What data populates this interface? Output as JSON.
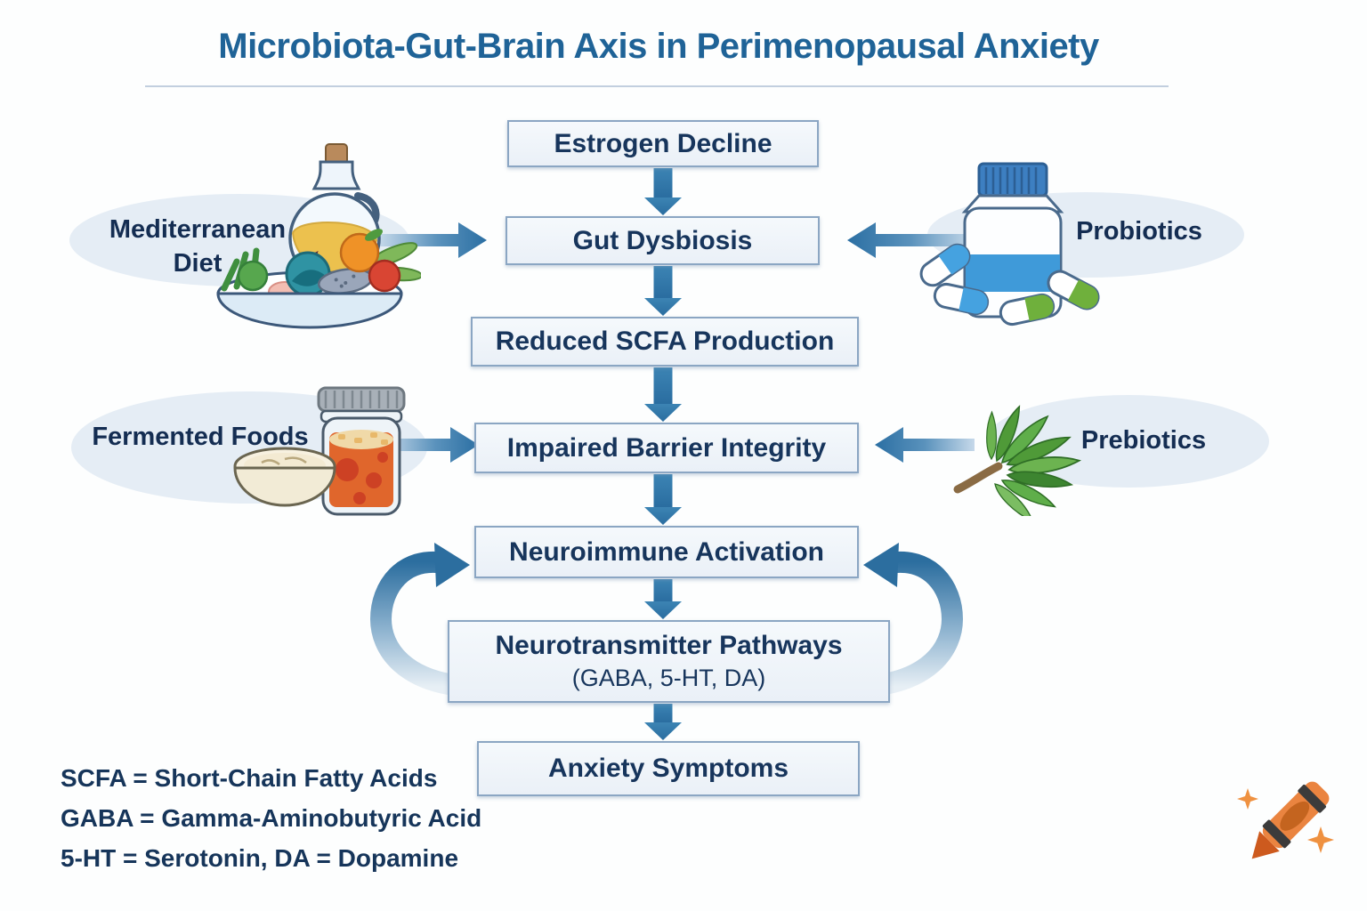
{
  "title": "Microbiota-Gut-Brain Axis in Perimenopausal Anxiety",
  "flow": [
    {
      "label": "Estrogen Decline"
    },
    {
      "label": "Gut Dysbiosis"
    },
    {
      "label": "Reduced SCFA Production"
    },
    {
      "label": "Impaired Barrier Integrity"
    },
    {
      "label": "Neuroimmune Activation"
    },
    {
      "label": "Neurotransmitter Pathways",
      "sublabel": "(GABA, 5-HT, DA)"
    },
    {
      "label": "Anxiety Symptoms"
    }
  ],
  "interventions": {
    "mediterranean": {
      "label": "Mediterranean Diet",
      "icon": "mediterranean-diet-illustration",
      "points_to": "Gut Dysbiosis"
    },
    "probiotics": {
      "label": "Probiotics",
      "icon": "probiotics-illustration",
      "points_to": "Gut Dysbiosis"
    },
    "fermented": {
      "label": "Fermented Foods",
      "icon": "fermented-foods-illustration",
      "points_to": "Impaired Barrier Integrity"
    },
    "prebiotics": {
      "label": "Prebiotics",
      "icon": "prebiotics-illustration",
      "points_to": "Impaired Barrier Integrity"
    }
  },
  "legend": [
    "SCFA = Short-Chain Fatty Acids",
    "GABA = Gamma-Aminobutyric Acid",
    "5-HT = Serotonin, DA = Dopamine"
  ],
  "branding": {
    "icon": "crayon-icon"
  },
  "colors": {
    "title_text": "#1f6397",
    "box_fill": "#eef3f9",
    "box_border": "#8ba6c3",
    "box_text": "#17355c",
    "arrow_blue": "#2e74a8",
    "ellipse_fill": "#e5edf5",
    "legend_text": "#16355a",
    "crayon_orange": "#ea8440"
  }
}
